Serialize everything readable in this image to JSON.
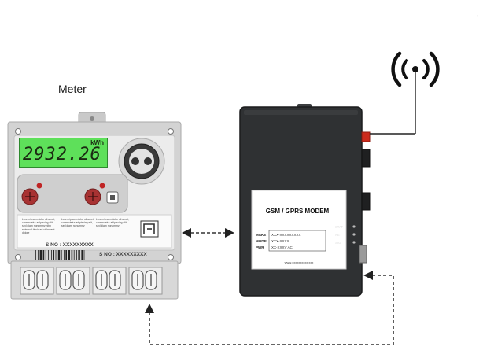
{
  "meter": {
    "label": "Meter",
    "reading": "2932.26",
    "unit": "kWh",
    "fine_print": [
      "Lorem ipsum dolor sit amet, consectetur adipiscing elit, sed diam nonummy nibh euismod tincidunt ut laoreet dolore",
      "Lorem ipsum dolor sit amet, consectetur adipiscing elit, sed diam nonummy",
      "Lorem ipsum dolor sit amet, consectetur adipiscing elit, sed diam nonummy"
    ],
    "serial_left": "S NO : XXXXXXXXX",
    "serial_right": "S NO : XXXXXXXXX",
    "logo": "ISI"
  },
  "modem": {
    "title": "GSM / GPRS MODEM",
    "specs": [
      {
        "key": "MAKE",
        "value": "XXX-XXXXXXXXX"
      },
      {
        "key": "MODEL",
        "value": "XXX-XXXX"
      },
      {
        "key": "PWR",
        "value": "XX-XXXV AC"
      }
    ],
    "url": "www.xxxxxxxxxx.xxx",
    "leds": [
      "STAT",
      "NET",
      "SIG"
    ]
  },
  "colors": {
    "meter_body": "#e6e6e6",
    "meter_frame": "#cfcfcf",
    "lcd": "#5ee05a",
    "modem_body": "#2f3133",
    "antenna_cap": "#cc2b1d",
    "arrow": "#333333"
  },
  "icons": {
    "antenna": "signal-antenna-icon",
    "isi_mark": "isi-certification-icon",
    "arrow_head": "arrow-head-icon"
  }
}
